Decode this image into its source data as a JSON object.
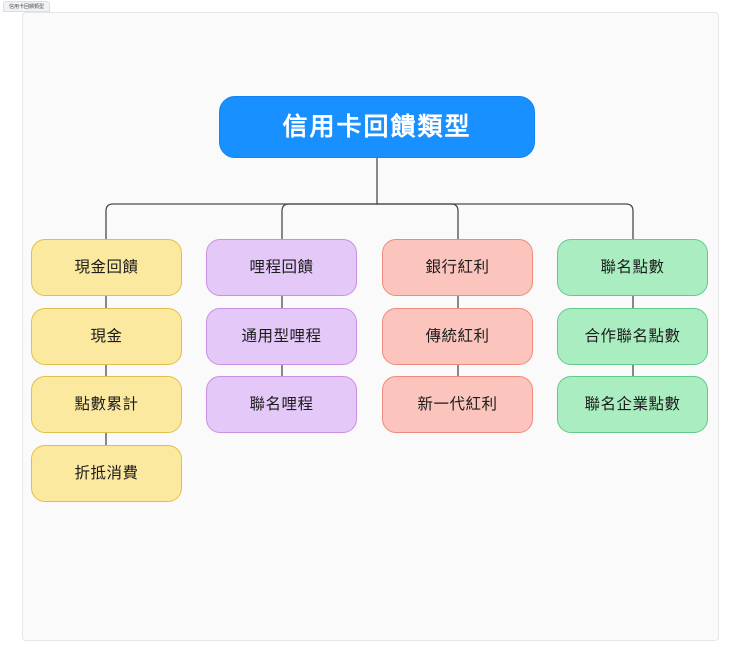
{
  "tab": {
    "label": "信用卡回饋類型"
  },
  "diagram": {
    "root": {
      "label": "信用卡回饋類型",
      "color": "#1890ff",
      "text_color": "#ffffff"
    },
    "branches": [
      {
        "label": "現金回饋",
        "color": "#fce9a0",
        "border": "#e0c04a",
        "children": [
          {
            "label": "現金"
          },
          {
            "label": "點數累計"
          },
          {
            "label": "折抵消費"
          }
        ]
      },
      {
        "label": "哩程回饋",
        "color": "#e4c8f8",
        "border": "#c98fe3",
        "children": [
          {
            "label": "通用型哩程"
          },
          {
            "label": "聯名哩程"
          }
        ]
      },
      {
        "label": "銀行紅利",
        "color": "#fbc5bd",
        "border": "#f08a7c",
        "children": [
          {
            "label": "傳統紅利"
          },
          {
            "label": "新一代紅利"
          }
        ]
      },
      {
        "label": "聯名點數",
        "color": "#a9edc0",
        "border": "#62ca8d",
        "children": [
          {
            "label": "合作聯名點數"
          },
          {
            "label": "聯名企業點數"
          }
        ]
      }
    ]
  },
  "theme": {
    "canvas_background": "#fafafa",
    "connector_color": "#4a4a4a",
    "card_border": "#e6e6e6"
  }
}
